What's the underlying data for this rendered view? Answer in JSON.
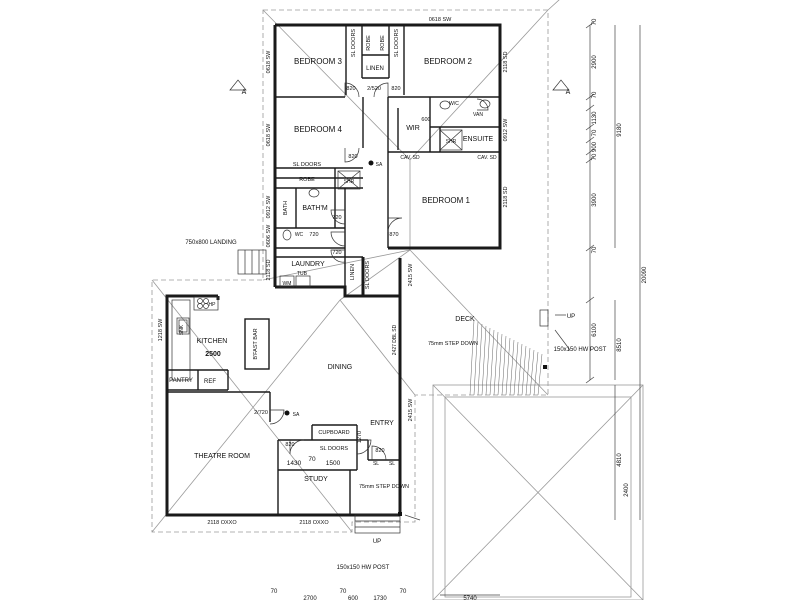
{
  "rooms": {
    "bedroom3": "BEDROOM 3",
    "bedroom2": "BEDROOM 2",
    "bedroom4": "BEDROOM 4",
    "bedroom1": "BEDROOM 1",
    "linen_top": "LINEN",
    "wir": "WIR",
    "ensuite": "ENSUITE",
    "robe": "ROBE",
    "robe1": "ROBE",
    "robe2": "ROBE",
    "bath": "BATH",
    "bathm": "BATH'M",
    "shr_hall": "SHR",
    "shr_ens": "SHR",
    "wc": "WC",
    "wc_ens": "W/C",
    "van": "VAN",
    "laundry": "LAUNDRY",
    "tub": "TUB",
    "wm": "WM",
    "linen_lower": "LINEN",
    "kitchen": "KITCHEN",
    "kitchen_dim": "2500",
    "fast_bar": "B'FAST BAR",
    "hp": "HP",
    "snk": "SNK",
    "pantry": "PANTRY",
    "ref": "REF",
    "dining": "DINING",
    "theatre": "THEATRE ROOM",
    "cupboard": "CUPBOARD",
    "study": "STUDY",
    "entry": "ENTRY",
    "deck": "DECK"
  },
  "notes": {
    "sl_doors_1": "SL DOORS",
    "sl_doors_2": "SL DOORS",
    "sl_doors_bed4": "SL DOORS",
    "sl_doors_laundry": "SL DOORS",
    "sl_doors_study": "SL DOORS",
    "landing": "750x800 LANDING",
    "step_down_deck": "75mm STEP DOWN",
    "step_down_entry": "75mm STEP DOWN",
    "hw_post_1": "150x150 HW POST",
    "hw_post_2": "150x150 HW POST",
    "up_1": "UP",
    "up_2": "UP",
    "section_a_left": "A",
    "section_a_right": "A",
    "sa_1": "SA",
    "sa_2": "SA",
    "cav_sd_1": "CAV. SD",
    "cav_sd_2": "CAV. SD",
    "sl_1": "SL",
    "sl_2": "SL",
    "dbl_sd": "2427 DBL SD"
  },
  "windows": {
    "w_top": "0618 SW",
    "w_bed3": "0618 SW",
    "w_bed2": "2118 SD",
    "w_ens": "0912 SW",
    "w_bed4": "0618 SW",
    "w_bed1": "2118 SD",
    "w_bath": "0912 SW",
    "w_wc": "0606 SW",
    "w_laundry": "2118 SD",
    "w_kitchen": "1218 SW",
    "w_deck1": "2415 SW",
    "w_deck2": "2415 SW",
    "w_theatre": "2118 OXXO",
    "w_study": "2118 OXXO"
  },
  "door_sizes": {
    "d1": "820",
    "d2": "2/520",
    "d3": "820",
    "d4": "820",
    "d5": "720",
    "d6": "720",
    "d7": "720",
    "d8": "870",
    "d9": "2/720",
    "d10": "820",
    "d11": "820",
    "d12": "1270",
    "d13": "600"
  },
  "dimensions": {
    "right_1": "70",
    "right_2": "2900",
    "right_3": "70",
    "right_4": "1130",
    "right_5": "70",
    "right_6": "900",
    "right_7": "70",
    "right_8": "3900",
    "right_9": "70",
    "right_10": "6100",
    "right_11": "4810",
    "right_12": "2400",
    "right_total_1": "9180",
    "right_total_2": "20090",
    "right_total_3": "8510",
    "study_1": "1430",
    "study_2": "70",
    "study_3": "1500",
    "bottom_1": "70",
    "bottom_2": "2700",
    "bottom_3": "70",
    "bottom_4": "600",
    "bottom_5": "1730",
    "bottom_6": "70",
    "bottom_7": "5740"
  }
}
